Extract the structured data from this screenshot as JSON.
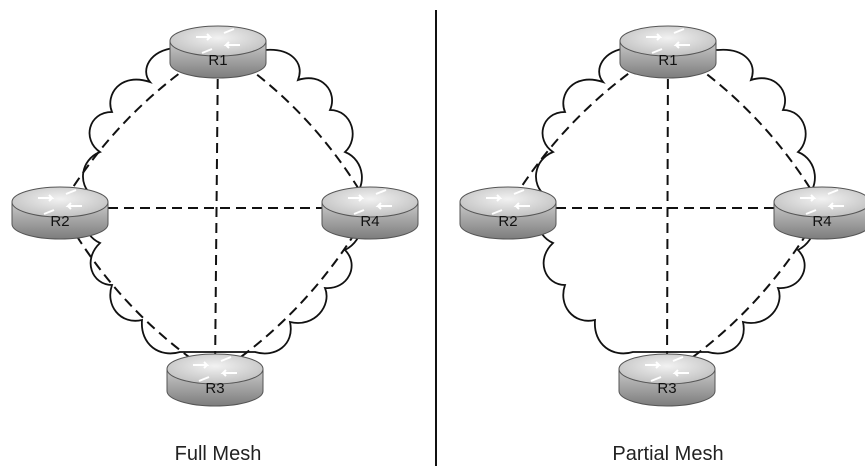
{
  "panels": [
    {
      "caption": "Full Mesh",
      "routers": [
        "R1",
        "R2",
        "R3",
        "R4"
      ],
      "links": [
        [
          "R1",
          "R2"
        ],
        [
          "R1",
          "R3"
        ],
        [
          "R1",
          "R4"
        ],
        [
          "R2",
          "R3"
        ],
        [
          "R2",
          "R4"
        ],
        [
          "R3",
          "R4"
        ]
      ]
    },
    {
      "caption": "Partial Mesh",
      "routers": [
        "R1",
        "R2",
        "R3",
        "R4"
      ],
      "links": [
        [
          "R1",
          "R2"
        ],
        [
          "R1",
          "R3"
        ],
        [
          "R1",
          "R4"
        ],
        [
          "R2",
          "R4"
        ],
        [
          "R3",
          "R4"
        ]
      ]
    }
  ],
  "colors": {
    "router_top": "#d9d9d9",
    "router_side": "#9a9a9a",
    "line": "#111111"
  }
}
